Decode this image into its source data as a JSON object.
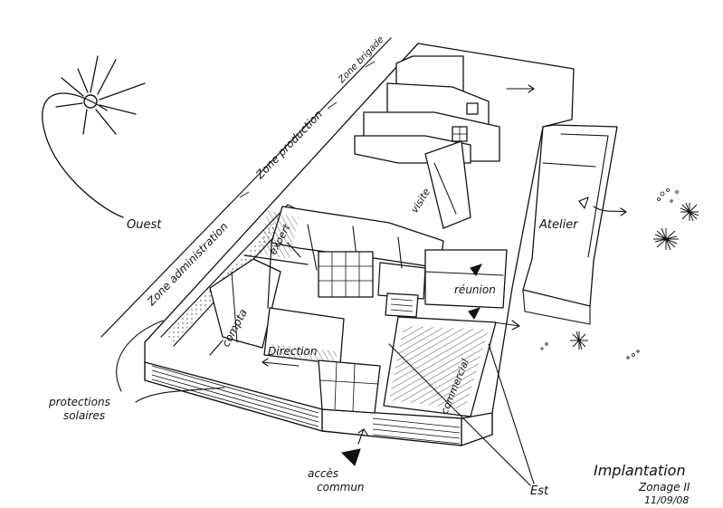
{
  "labels": {
    "ouest": "Ouest",
    "est": "Est",
    "zone_administration": "Zone administration",
    "zone_production": "Zone production",
    "zone_brigade": "Zone brigade",
    "atelier": "Atelier",
    "reunion": "réunion",
    "direction": "Direction",
    "compta": "compta",
    "expert": "expert",
    "visite": "visite",
    "commercial": "commercial",
    "protections_line1": "protections",
    "protections_line2": "solaires",
    "acces_line1": "accès",
    "acces_line2": "commun"
  },
  "title_block": {
    "title": "Implantation",
    "subtitle": "Zonage II",
    "date": "11/09/08"
  },
  "colors": {
    "ink": "#111111",
    "paper": "#ffffff"
  }
}
